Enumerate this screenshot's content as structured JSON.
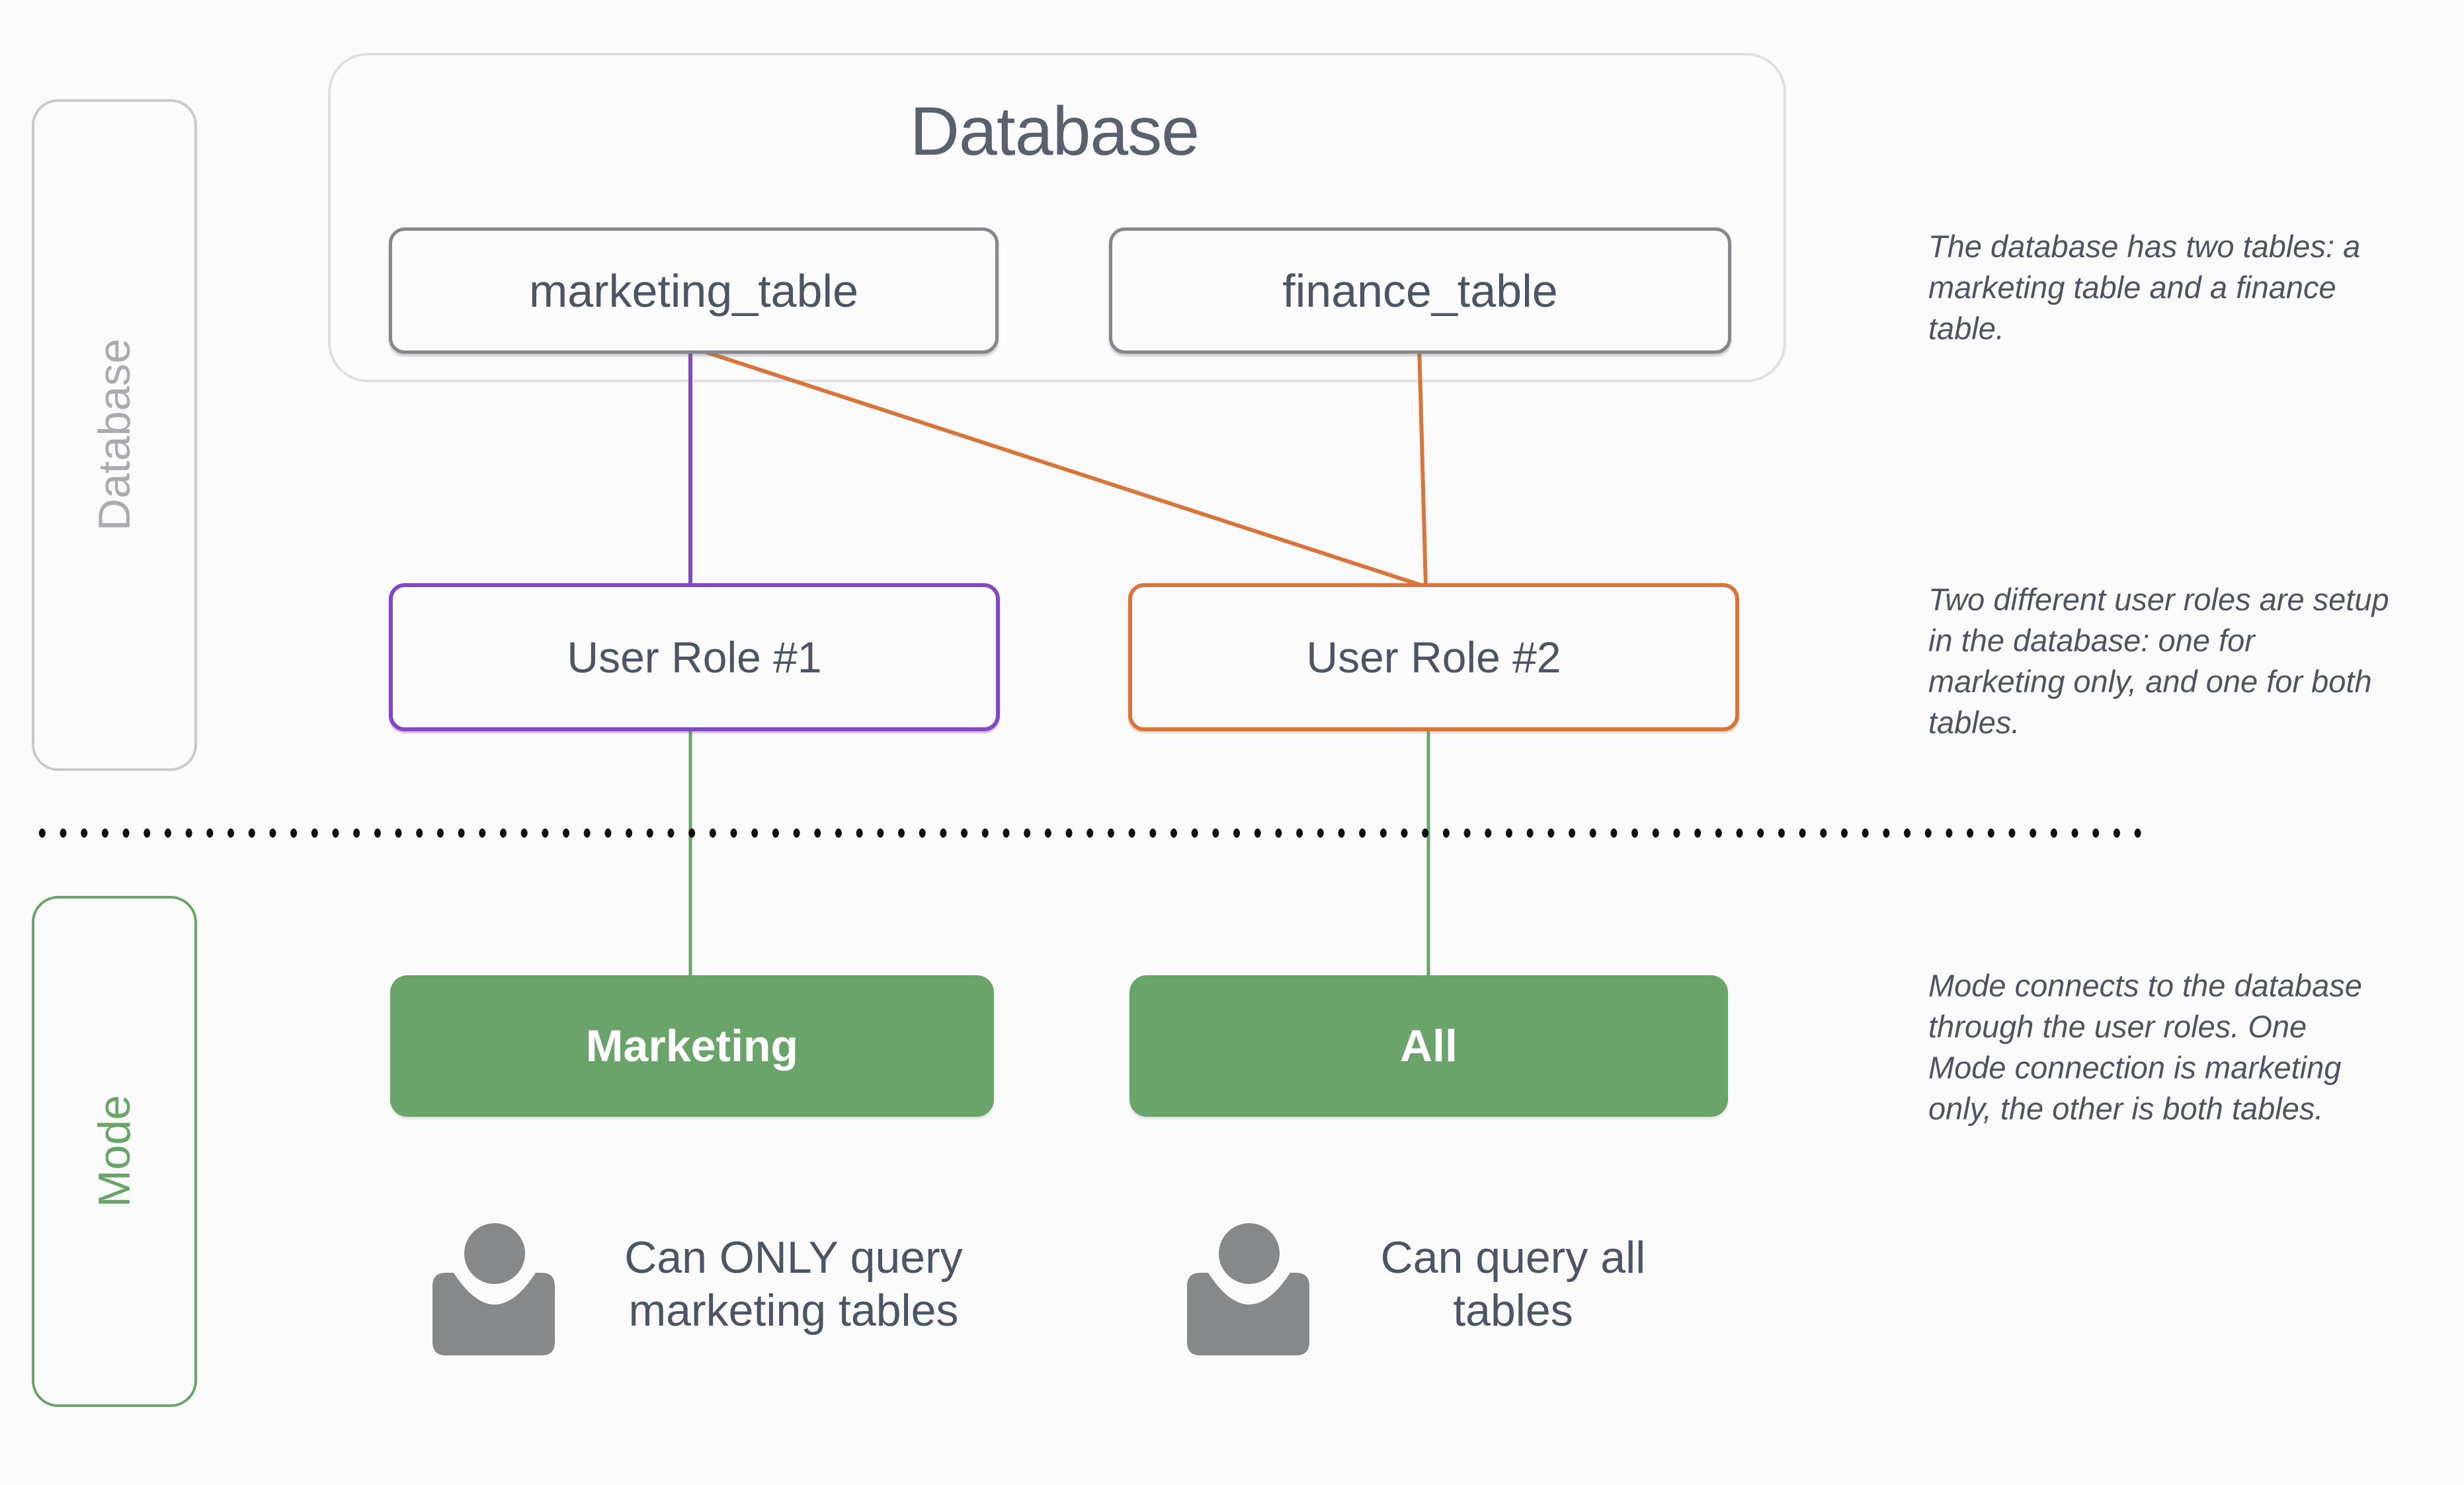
{
  "colors": {
    "background": "#fafafb",
    "purple_role": "#8449c0",
    "orange_role": "#d6763c",
    "green_mode": "#6ba46a",
    "gray_border": "#86868d",
    "light_border": "#dfdfe3",
    "text_dark": "#4b5563",
    "text_muted": "#a9abaf",
    "dot_black": "#101010",
    "person_gray": "#87888a"
  },
  "database_section": {
    "title": "Database",
    "rail_label": "Database",
    "tables": [
      {
        "label": "marketing_table"
      },
      {
        "label": "finance_table"
      }
    ]
  },
  "roles": [
    {
      "label": "User Role #1",
      "accent": "#8449c0"
    },
    {
      "label": "User Role #2",
      "accent": "#d6763c"
    }
  ],
  "mode_section": {
    "rail_label": "Mode",
    "connections": [
      {
        "label": "Marketing"
      },
      {
        "label": "All"
      }
    ],
    "capabilities": [
      {
        "icon": "person-icon",
        "text": "Can ONLY query\nmarketing tables"
      },
      {
        "icon": "person-icon",
        "text": "Can query all\ntables"
      }
    ]
  },
  "edges": [
    {
      "from": "marketing_table",
      "to": "User Role #1",
      "color": "#8449c0"
    },
    {
      "from": "marketing_table",
      "to": "User Role #2",
      "color": "#d6763c"
    },
    {
      "from": "finance_table",
      "to": "User Role #2",
      "color": "#d6763c"
    },
    {
      "from": "User Role #1",
      "to": "Marketing",
      "color": "#6ba46a"
    },
    {
      "from": "User Role #2",
      "to": "All",
      "color": "#6ba46a"
    }
  ],
  "annotations": [
    {
      "text": "The database has two tables: a\nmarketing table and a finance\ntable."
    },
    {
      "text": "Two different user roles are setup\nin the database: one for\nmarketing only, and one for both\ntables."
    },
    {
      "text": "Mode connects to the database\nthrough the user roles. One\nMode connection is marketing\nonly, the other is both tables."
    }
  ]
}
